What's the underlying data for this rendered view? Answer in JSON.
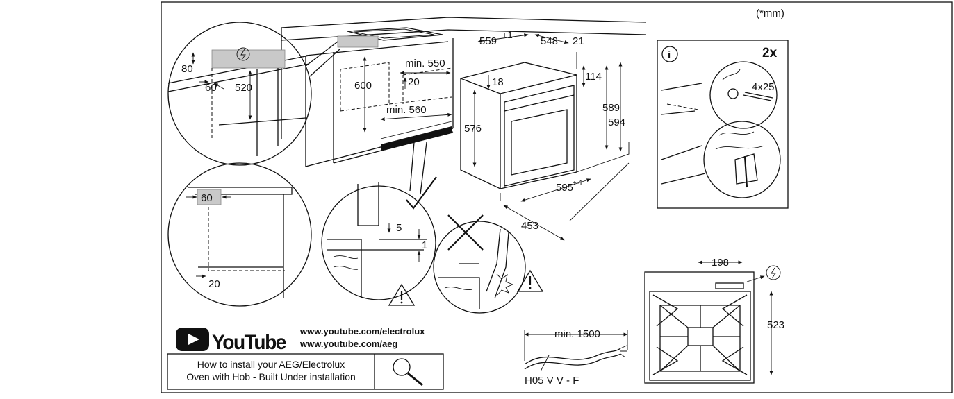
{
  "units_note": "(*mm)",
  "hob_cutout": {
    "dim_80": "80",
    "dim_60": "60",
    "dim_520": "520"
  },
  "cabinet": {
    "dim_600": "600",
    "dim_min_550": "min. 550",
    "dim_20": "20",
    "dim_min_560": "min. 560"
  },
  "oven": {
    "dim_559_main": "559",
    "dim_559_tol": "+1",
    "dim_548": "548",
    "dim_21": "21",
    "dim_114": "114",
    "dim_18": "18",
    "dim_576": "576",
    "dim_589": "589",
    "dim_594": "594",
    "dim_595_main": "595",
    "dim_595_tol": "+-1",
    "dim_453": "453"
  },
  "side_detail": {
    "dim_60": "60",
    "dim_20": "20"
  },
  "gap_detail": {
    "dim_5": "5",
    "dim_1": "1"
  },
  "screw_box": {
    "info_icon": "i",
    "quantity": "2x",
    "screw_size": "4x25"
  },
  "cable": {
    "min_length": "min. 1500",
    "cable_type": "H05 V V - F"
  },
  "back_view": {
    "dim_198": "198",
    "dim_523": "523"
  },
  "video": {
    "logo_text": "YouTube",
    "url_1": "www.youtube.com/electrolux",
    "url_2": "www.youtube.com/aeg",
    "caption_line_1": "How to install your AEG/Electrolux",
    "caption_line_2": "Oven with Hob - Built Under installation"
  },
  "icons": {
    "warning": "warning-triangle-icon",
    "electric": "electric-hazard-icon",
    "search": "magnifier-icon",
    "ok": "check-mark-icon",
    "wrong": "cross-mark-icon",
    "play": "play-icon"
  }
}
